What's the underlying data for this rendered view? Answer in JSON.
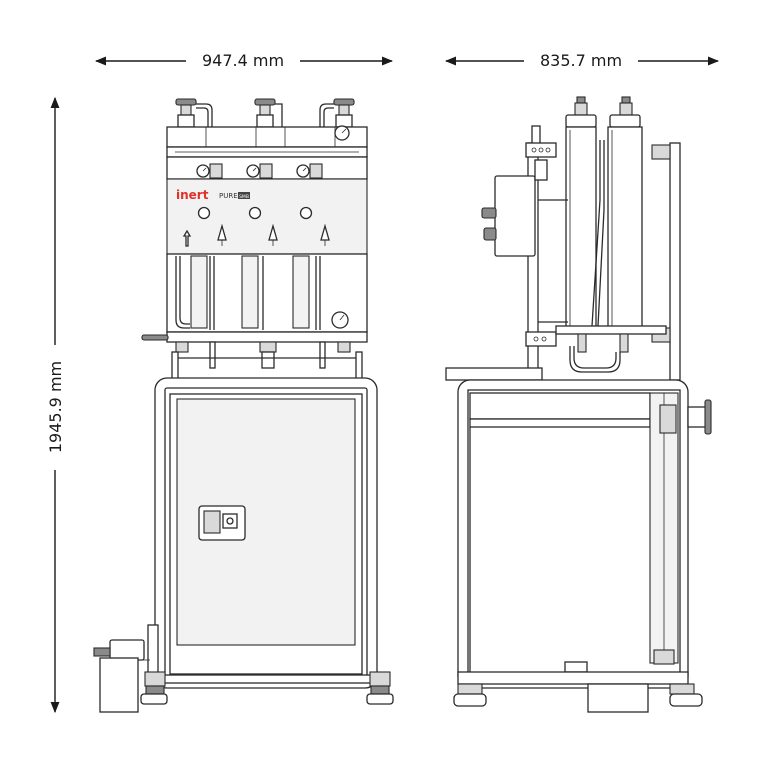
{
  "dimensions": {
    "front_width": "947.4 mm",
    "side_width": "835.7 mm",
    "height": "1945.9 mm"
  },
  "branding": {
    "logo_text": "inert",
    "model_text": "PURE",
    "model_badge": "SMB"
  },
  "colors": {
    "brand_red": "#e0312b",
    "line": "#2b2b2b",
    "panel": "#f2f2f2"
  }
}
